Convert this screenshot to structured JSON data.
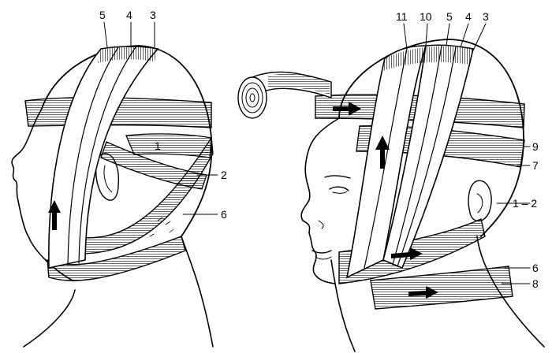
{
  "left_figure": {
    "labels": {
      "l5": "5",
      "l4": "4",
      "l3": "3",
      "l1": "1",
      "l2": "2",
      "l6": "6"
    }
  },
  "right_figure": {
    "labels": {
      "l11": "11",
      "l10": "10",
      "l5": "5",
      "l4": "4",
      "l3": "3",
      "l9": "9",
      "l7": "7",
      "l12": "1 – 2",
      "l6": "6",
      "l8": "8"
    }
  },
  "icons": [
    "arrow-up-icon",
    "arrow-right-icon",
    "bandage-roll-icon"
  ],
  "colors": {
    "ink": "#000000",
    "paper": "#ffffff"
  }
}
